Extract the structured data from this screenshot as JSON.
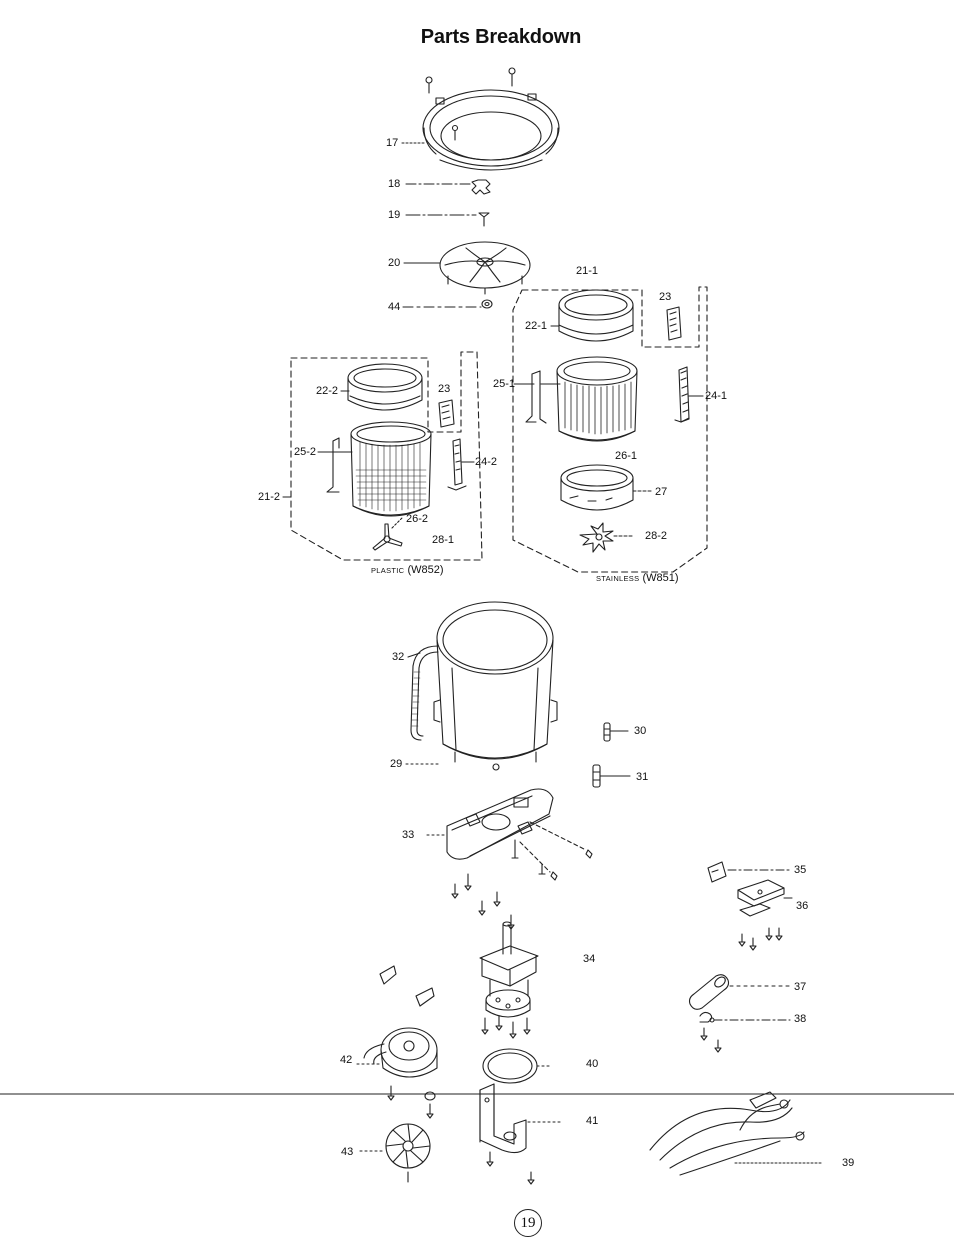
{
  "title": "Parts Breakdown",
  "page_number": "19",
  "group_captions": {
    "plastic": {
      "prefix": "PLASTIC",
      "model": "(W852)"
    },
    "stainless": {
      "prefix": "STAINLESS",
      "model": "(W851)"
    }
  },
  "part_labels": {
    "p17": "17",
    "p18": "18",
    "p19": "19",
    "p20": "20",
    "p44": "44",
    "p21_1": "21-1",
    "p22_1": "22-1",
    "p23_a": "23",
    "p25_1": "25-1",
    "p24_1": "24-1",
    "p26_1": "26-1",
    "p27": "27",
    "p28_2": "28-2",
    "p22_2": "22-2",
    "p23_b": "23",
    "p25_2": "25-2",
    "p24_2": "24-2",
    "p21_2": "21-2",
    "p26_2": "26-2",
    "p28_1": "28-1",
    "p32": "32",
    "p29": "29",
    "p30": "30",
    "p31": "31",
    "p33": "33",
    "p35": "35",
    "p36": "36",
    "p34": "34",
    "p37": "37",
    "p38": "38",
    "p42": "42",
    "p40": "40",
    "p41": "41",
    "p43": "43",
    "p39": "39"
  }
}
